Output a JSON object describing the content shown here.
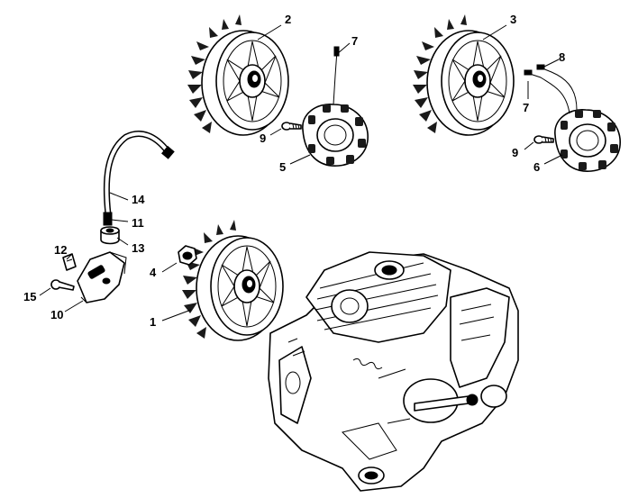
{
  "colors": {
    "ink": "#000000",
    "paper": "#ffffff"
  },
  "callouts": {
    "c1": "1",
    "c2": "2",
    "c3": "3",
    "c4": "4",
    "c5": "5",
    "c6": "6",
    "c7a": "7",
    "c7b": "7",
    "c8": "8",
    "c9a": "9",
    "c9b": "9",
    "c10": "10",
    "c11": "11",
    "c12": "12",
    "c13": "13",
    "c14": "14",
    "c15": "15"
  }
}
